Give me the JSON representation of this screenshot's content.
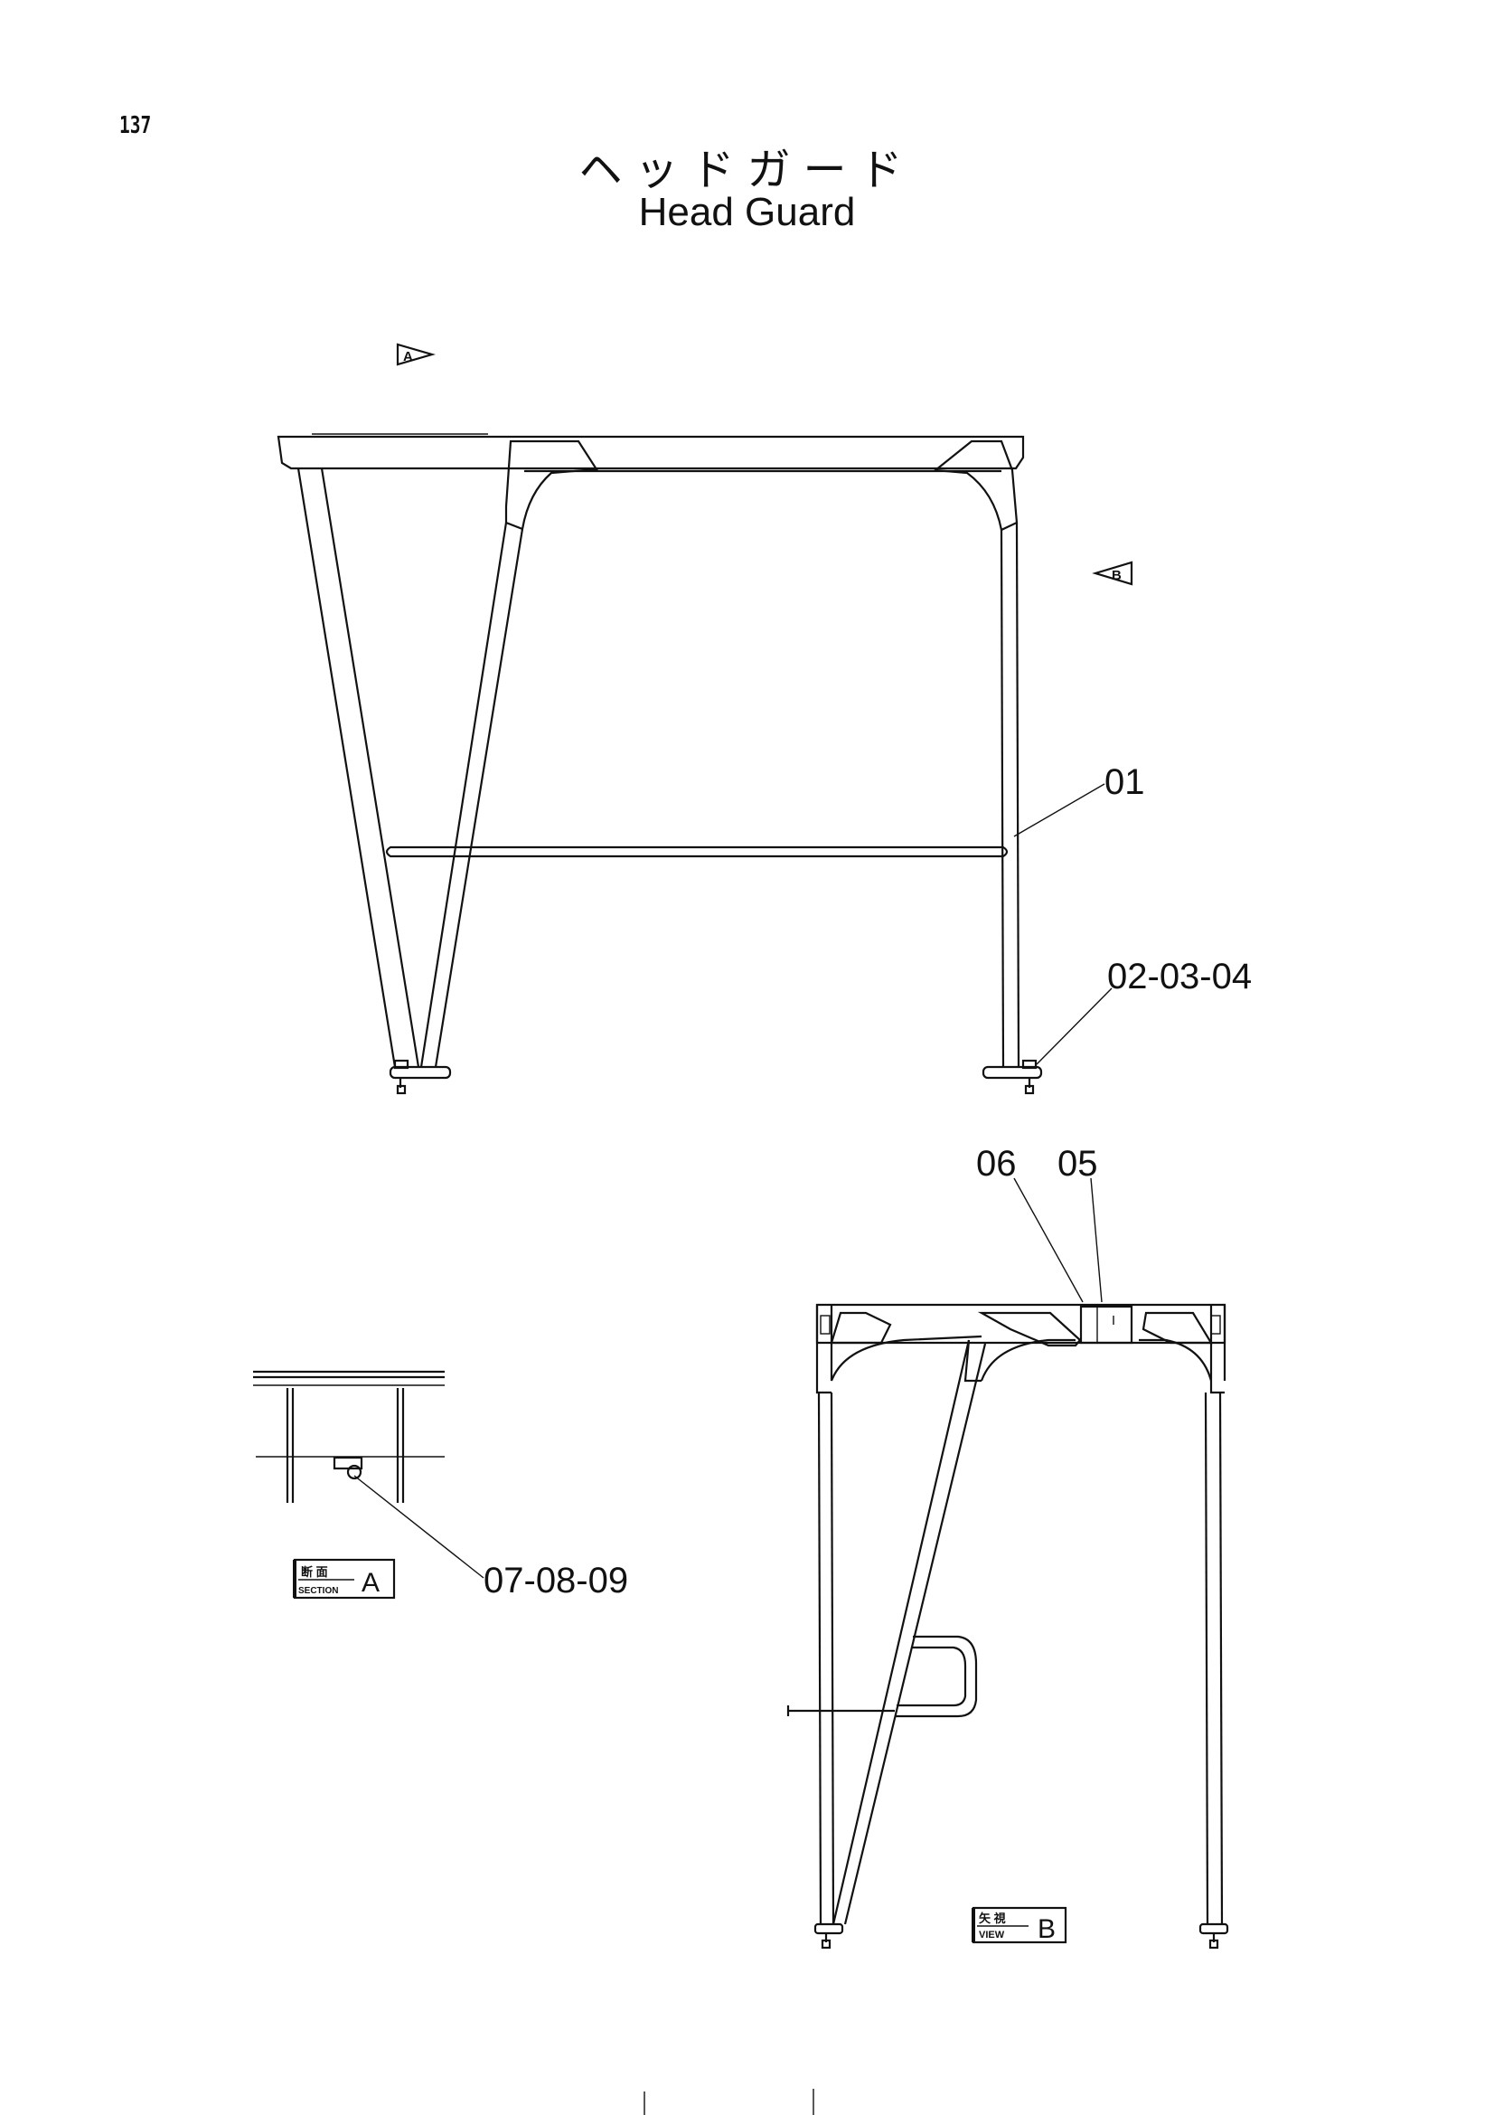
{
  "page_number": "137",
  "title_ja": "ヘッドガード",
  "title_en": "Head Guard",
  "view_markers": {
    "a": "A",
    "b": "B"
  },
  "callouts": {
    "c01": "01",
    "c020304": "02-03-04",
    "c06": "06",
    "c05": "05",
    "c070809": "07-08-09"
  },
  "section_label": {
    "kanji": "断 面",
    "en": "SECTION",
    "letter": "A"
  },
  "view_label": {
    "kanji": "矢 視",
    "en": "VIEW",
    "letter": "B"
  }
}
